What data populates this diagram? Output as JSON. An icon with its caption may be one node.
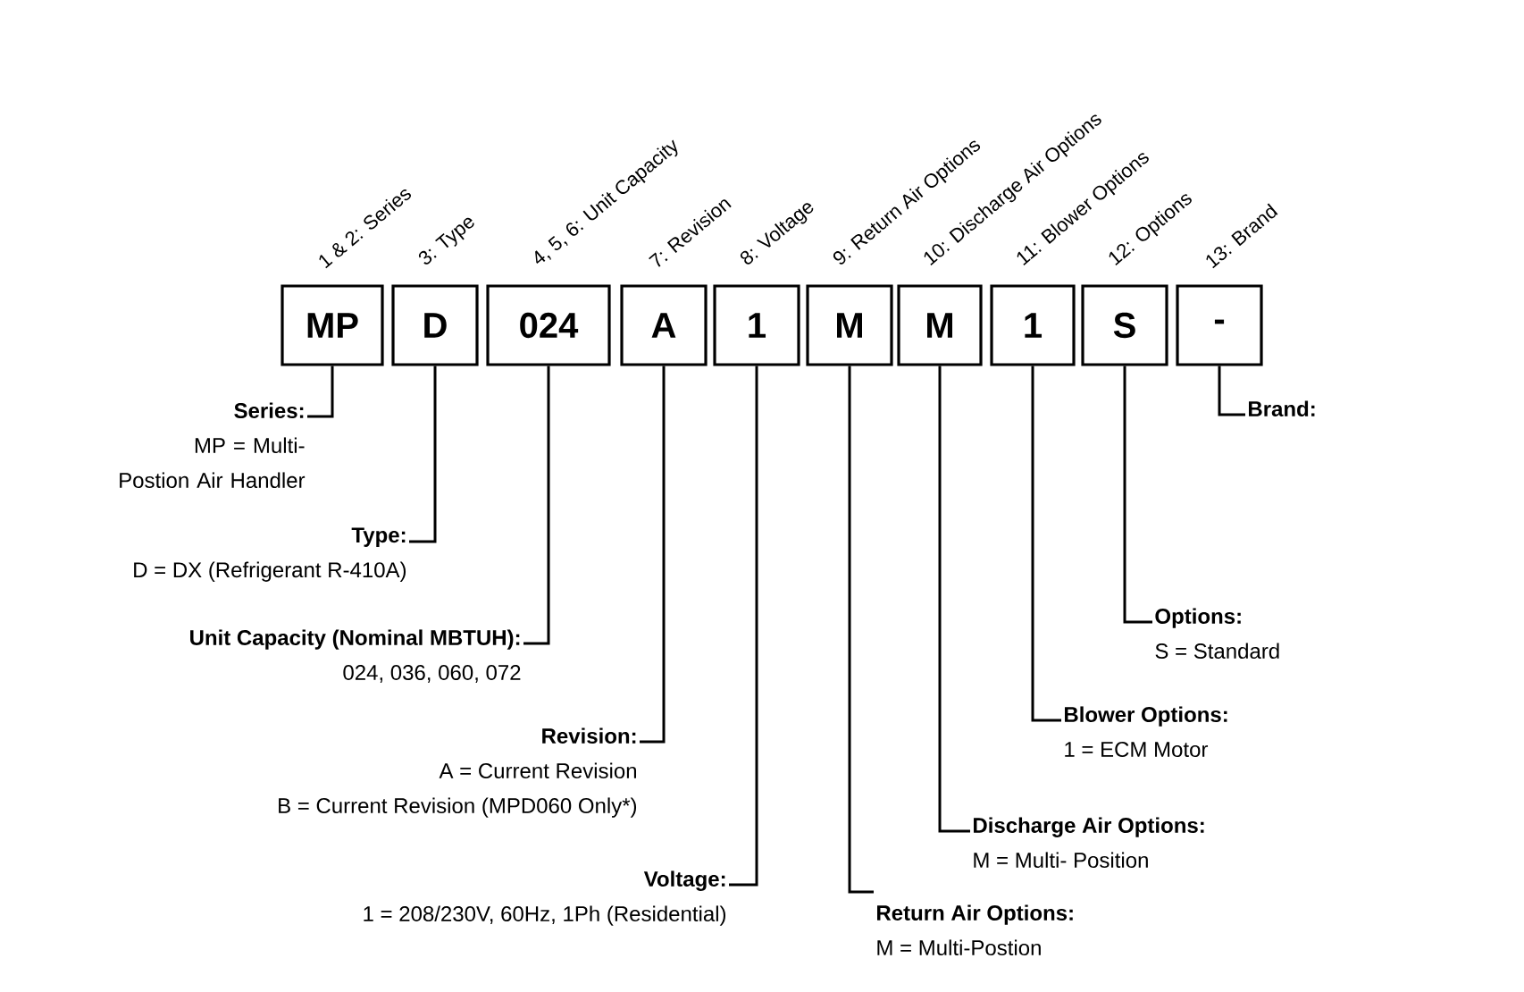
{
  "diagram": {
    "nodes": [
      {
        "text": [
          "MP"
        ],
        "beside": [
          "1 & 2: Series"
        ]
      },
      {
        "text": [
          "D"
        ],
        "beside": [
          "3: Type"
        ]
      },
      {
        "text": [
          "024"
        ],
        "beside": [
          "4, 5, 6: Unit Capacity"
        ]
      },
      {
        "text": [
          "A"
        ],
        "beside": [
          "7: Revision"
        ]
      },
      {
        "text": [
          "1"
        ],
        "beside": [
          "8: Voltage"
        ]
      },
      {
        "text": [
          "M"
        ],
        "beside": [
          "9: Return Air Options"
        ]
      },
      {
        "text": [
          "M"
        ],
        "beside": [
          "10: Discharge Air Options"
        ]
      },
      {
        "text": [
          "1"
        ],
        "beside": [
          "11: Blower Options"
        ]
      },
      {
        "text": [
          "S"
        ],
        "beside": [
          "12: Options"
        ]
      },
      {
        "text": [
          "-"
        ],
        "beside": [
          "13: Brand"
        ]
      },
      {
        "text": [
          "Series:",
          "MP = Multi-Postion Air Handler"
        ]
      },
      {
        "text": [
          "Type:",
          "D = DX (Refrigerant R-410A)"
        ]
      },
      {
        "text": [
          "Unit Capacity (Nominal MBTUH):",
          "024, 036, 060, 072"
        ]
      },
      {
        "text": [
          "Revision:",
          "A = Current Revision",
          "B = Current Revision (MPD060 Only*)"
        ]
      },
      {
        "text": [
          "Voltage:",
          "1 = 208/230V, 60Hz, 1Ph (Residential)"
        ]
      },
      {
        "text": [
          "Return Air Options:",
          "M = Multi-Postion"
        ]
      },
      {
        "text": [
          "Discharge Air Options:",
          "M = Multi- Position"
        ]
      },
      {
        "text": [
          "Blower Options:",
          "1 = ECM Motor"
        ]
      },
      {
        "text": [
          "Options:",
          "S = Standard"
        ]
      },
      {
        "text": [
          "Brand:"
        ]
      }
    ],
    "edges": [
      {
        "from": 0,
        "to": 10,
        "arrow": "none"
      },
      {
        "from": 1,
        "to": 11,
        "arrow": "none"
      },
      {
        "from": 2,
        "to": 12,
        "arrow": "none"
      },
      {
        "from": 3,
        "to": 13,
        "arrow": "none"
      },
      {
        "from": 4,
        "to": 14,
        "arrow": "none"
      },
      {
        "from": 5,
        "to": 15,
        "arrow": "none"
      },
      {
        "from": 6,
        "to": 16,
        "arrow": "none"
      },
      {
        "from": 7,
        "to": 17,
        "arrow": "none"
      },
      {
        "from": 8,
        "to": 18,
        "arrow": "none"
      },
      {
        "from": 9,
        "to": 19,
        "arrow": "none"
      }
    ]
  }
}
